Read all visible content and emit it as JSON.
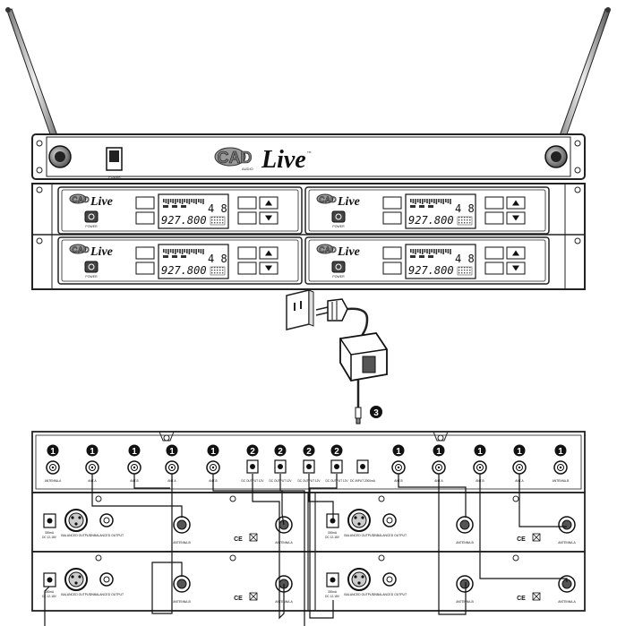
{
  "diagram": {
    "brand": {
      "logo": "CAD",
      "sub": "AUDIO",
      "product": "Live",
      "tm": "TM"
    },
    "top_unit": {
      "power_label": "POWER"
    },
    "receivers": [
      {
        "freq": "927.800",
        "channel": "4 8",
        "power_label": "POWER"
      },
      {
        "freq": "927.800",
        "channel": "4 8",
        "power_label": "POWER"
      },
      {
        "freq": "927.800",
        "channel": "4 8",
        "power_label": "POWER"
      },
      {
        "freq": "927.800",
        "channel": "4 8",
        "power_label": "POWER"
      }
    ],
    "callouts": {
      "adapter": "3"
    },
    "front_jacks": [
      {
        "num": "1",
        "label": "ANTENNA-A"
      },
      {
        "num": "1",
        "label": "ANT-A"
      },
      {
        "num": "1",
        "label": "ANT-B"
      },
      {
        "num": "1",
        "label": "ANT-A"
      },
      {
        "num": "1",
        "label": "ANT-B"
      },
      {
        "num": "2",
        "label": "DC OUTPUT 12V"
      },
      {
        "num": "2",
        "label": "DC OUTPUT 12V"
      },
      {
        "num": "2",
        "label": "DC OUTPUT 12V"
      },
      {
        "num": "2",
        "label": "DC OUTPUT 12V"
      },
      {
        "num": "",
        "label": "DC INPUT 2000mA"
      },
      {
        "num": "1",
        "label": "ANT-B"
      },
      {
        "num": "1",
        "label": "ANT-A"
      },
      {
        "num": "1",
        "label": "ANT-B"
      },
      {
        "num": "1",
        "label": "ANT-A"
      },
      {
        "num": "1",
        "label": "ANTENNA-B"
      }
    ],
    "rear": {
      "dc_rating": "300mA",
      "dc_volt": "DC 12-18V",
      "balanced": "BALANCED OUTPUT",
      "unbalanced": "UNBALANCED OUTPUT",
      "ant_a": "ANTENNA-A",
      "ant_b": "ANTENNA-B",
      "ce": "CE"
    }
  }
}
